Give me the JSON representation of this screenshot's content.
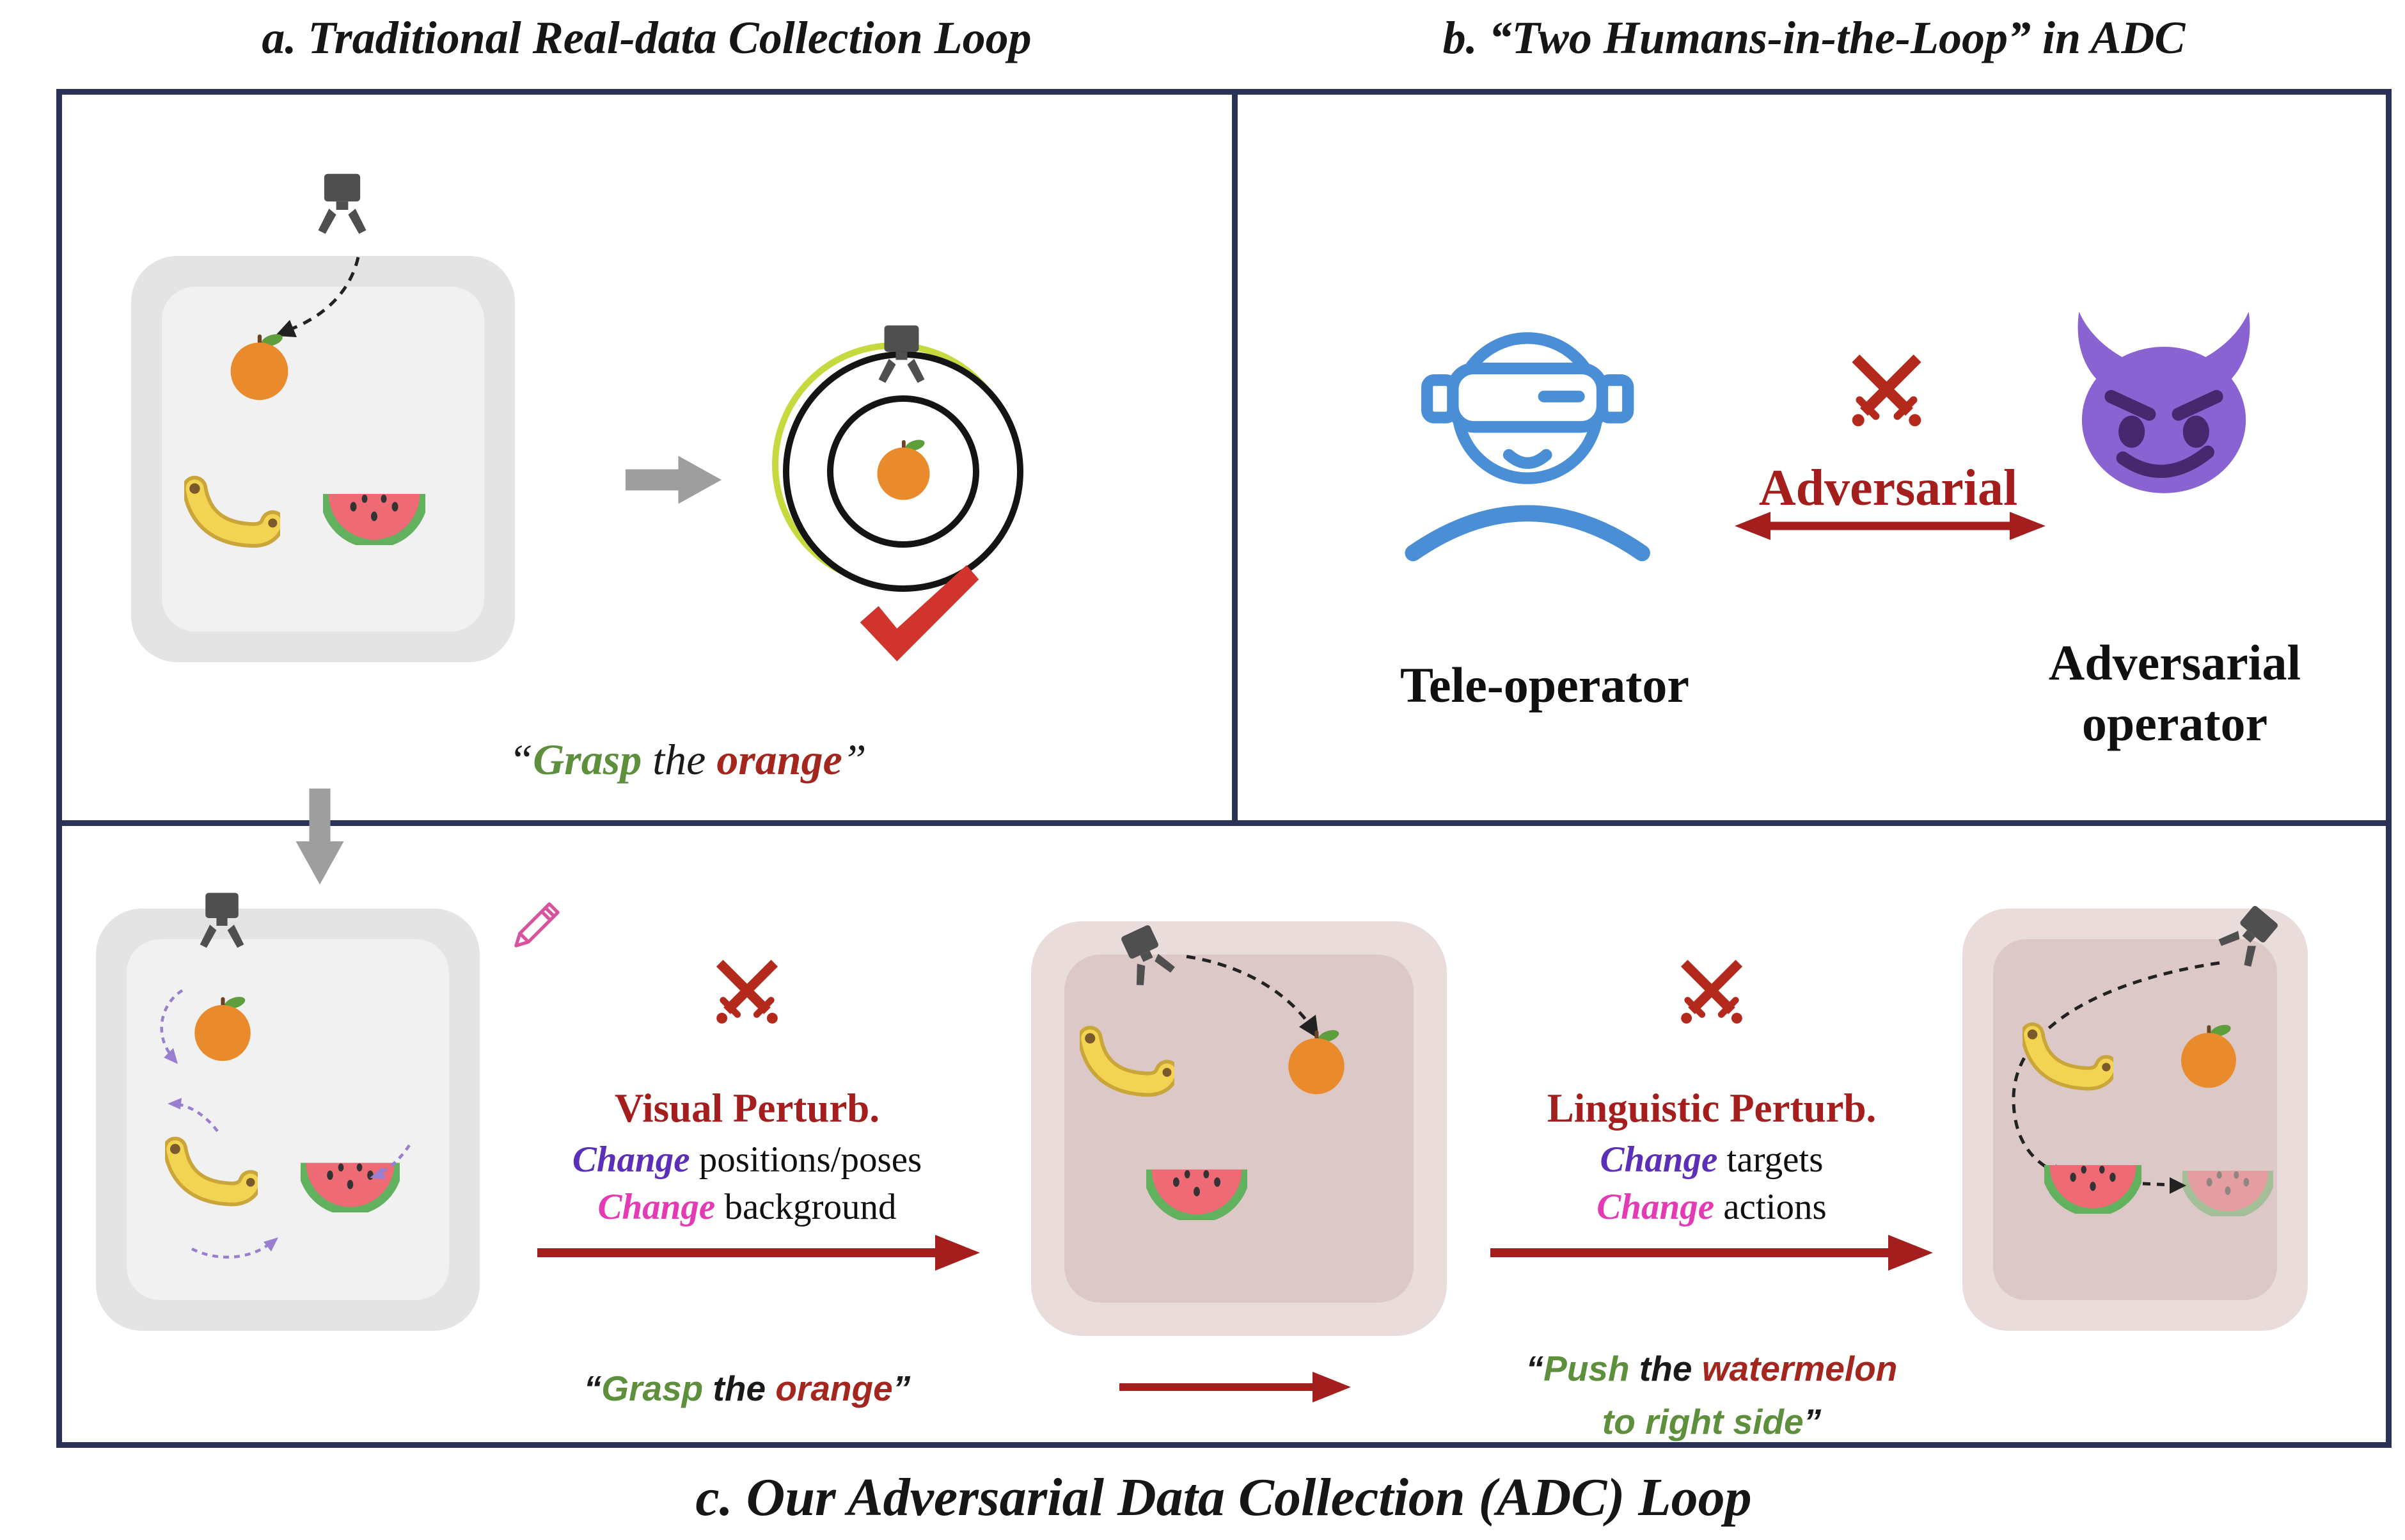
{
  "colors": {
    "border_navy": "#2a3356",
    "dark_red": "#a41e1e",
    "bright_red_check": "#d0342c",
    "swords_red": "#b32a1d",
    "green_verb": "#5d8f3d",
    "object_red": "#a3271f",
    "purple_change": "#5b2fb8",
    "magenta_change": "#e43bb4",
    "teleoperator_blue": "#4a8fd6",
    "devil_purple": "#8a63d2",
    "orange_fruit": "#e98b2d",
    "gray_arrow": "#9e9e9e"
  },
  "icons": {
    "gripper": "robot-gripper",
    "swords": "crossed-swords",
    "devil": "adversarial-devil-face",
    "vr_person": "vr-headset-teleoperator",
    "pencil": "edit-pencil",
    "check": "success-checkmark",
    "fat_arrow": "flow-arrow"
  },
  "panel_a": {
    "title": "a. Traditional Real-data Collection Loop",
    "instruction": {
      "open": "“",
      "verb": "Grasp",
      "mid": " the ",
      "object": "orange",
      "close": "”"
    }
  },
  "panel_b": {
    "title": "b. “Two Humans-in-the-Loop” in ADC",
    "adversarial_label": "Adversarial",
    "teleoperator_label": "Tele-operator",
    "adversarial_operator_line1": "Adversarial",
    "adversarial_operator_line2": "operator"
  },
  "panel_c": {
    "title": "c. Our Adversarial Data Collection (ADC) Loop",
    "visual_perturb": {
      "heading": "Visual Perturb.",
      "change1": "Change",
      "rest1": " positions/poses",
      "change2": "Change",
      "rest2": " background"
    },
    "linguistic_perturb": {
      "heading": "Linguistic Perturb.",
      "change1": "Change",
      "rest1": " targets",
      "change2": "Change",
      "rest2": " actions"
    },
    "instruction_before": {
      "open": "“",
      "verb": "Grasp",
      "mid": " the ",
      "object": "orange",
      "close": "”"
    },
    "instruction_after": {
      "open": "“",
      "verb": "Push",
      "mid": " the ",
      "object": "watermelon",
      "line2": "to right side",
      "close": "”"
    }
  }
}
